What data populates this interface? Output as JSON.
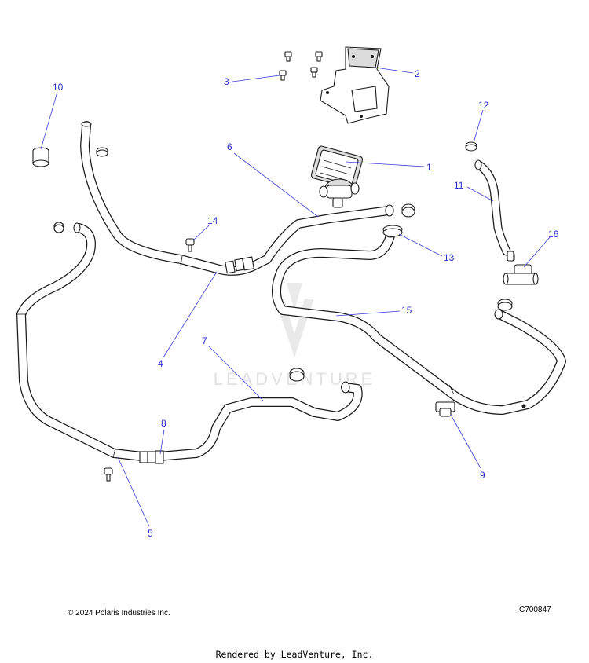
{
  "callouts": {
    "c1": "1",
    "c2": "2",
    "c3": "3",
    "c4": "4",
    "c5": "5",
    "c6": "6",
    "c7": "7",
    "c8": "8",
    "c9": "9",
    "c10": "10",
    "c11": "11",
    "c12": "12",
    "c13": "13",
    "c14": "14",
    "c15": "15",
    "c16": "16"
  },
  "watermark": {
    "text": "LEADVENTURE"
  },
  "footer": {
    "copyright": "© 2024 Polaris Industries Inc.",
    "code": "C700847",
    "rendered_by": "Rendered by LeadVenture, Inc."
  },
  "colors": {
    "callout": "#2b2bd0",
    "line": "#1a1a1a",
    "watermark": "#c9c9c9"
  }
}
